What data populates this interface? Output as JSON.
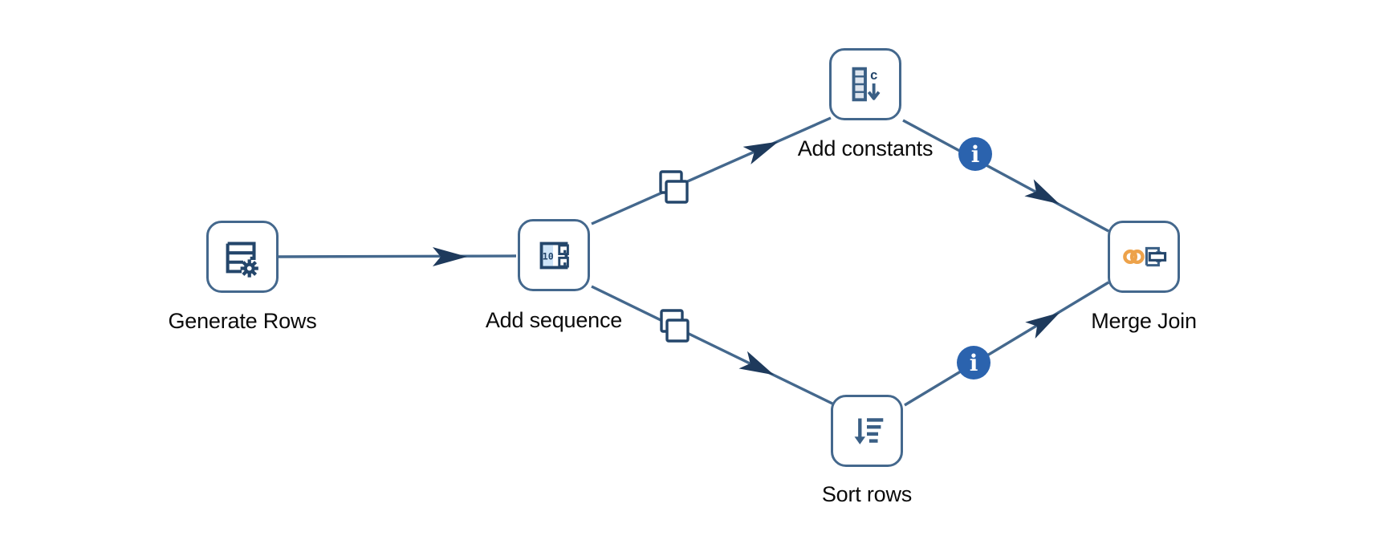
{
  "app": {
    "view": "pipeline-canvas",
    "canvas_background": "#ffffff"
  },
  "pipeline": {
    "transforms": [
      {
        "id": "generate-rows",
        "label": "Generate Rows",
        "icon": "table-gear-icon"
      },
      {
        "id": "add-sequence",
        "label": "Add sequence",
        "icon": "sequence-counter-icon",
        "icon_text": "10"
      },
      {
        "id": "add-constants",
        "label": "Add constants",
        "icon": "column-constant-icon",
        "icon_text": "c"
      },
      {
        "id": "sort-rows",
        "label": "Sort rows",
        "icon": "sort-descending-icon"
      },
      {
        "id": "merge-join",
        "label": "Merge Join",
        "icon": "join-rings-icon"
      }
    ],
    "hops": [
      {
        "from": "Generate Rows",
        "to": "Add sequence",
        "decoration": "arrow"
      },
      {
        "from": "Add sequence",
        "to": "Add constants",
        "decoration": "copy-rows-badge"
      },
      {
        "from": "Add sequence",
        "to": "Sort rows",
        "decoration": "copy-rows-badge"
      },
      {
        "from": "Add constants",
        "to": "Merge Join",
        "decoration": "info-badge"
      },
      {
        "from": "Sort rows",
        "to": "Merge Join",
        "decoration": "info-badge"
      }
    ],
    "info_badge_glyph": "i"
  },
  "colors": {
    "hop_line": "#44688D",
    "node_border": "#44688D",
    "arrowhead": "#1E3A5C",
    "icon_dark": "#24466B",
    "icon_medium": "#3A5F85",
    "icon_light_blue": "#CEE4F8",
    "icon_cell_fill": "#DEE5EE",
    "info_badge_fill": "#2B63AE",
    "join_rings_orange": "#EDA24A",
    "label_text": "#0b0b0b"
  }
}
